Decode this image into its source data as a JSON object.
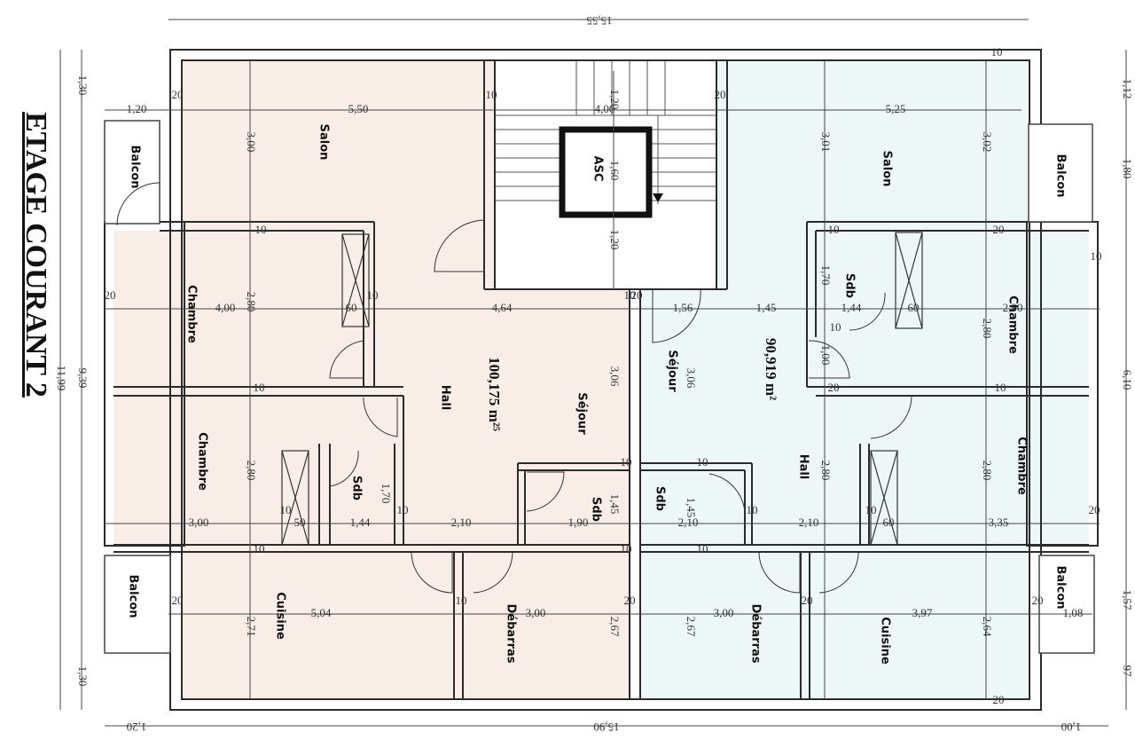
{
  "title": "ETAGE COURANT 2",
  "colors": {
    "left_apartment_fill": "#f9ede8",
    "right_apartment_fill": "#eef7f7",
    "wall": "#2b2b2b",
    "dimension_line": "#444444"
  },
  "apartments": {
    "left_area": "100,175 m²⁵",
    "right_area": "90,919 m²"
  },
  "rooms": {
    "salon_left": "Salon",
    "salon_right": "Salon",
    "chambre": "Chambre",
    "balcon": "Balcon",
    "hall": "Hall",
    "sejour": "Séjour",
    "sdb": "Sdb",
    "cuisine": "Cuisine",
    "debarras": "Débarras",
    "asc": "ASC"
  },
  "dimensions": {
    "top_total": "15,55",
    "bottom_total": "15,90",
    "bottom_left": "1,20",
    "bottom_right": "1,00",
    "left_total": "11,99",
    "left_top": "1,30",
    "left_mid": "9,39",
    "left_bottom": "1,30",
    "right_top": "1,12",
    "right_a": "1,80",
    "right_mid": "6,10",
    "right_b": "1,57",
    "right_bottom": "97",
    "row_top": [
      "1,20",
      "5,50",
      "4,00",
      "5,25"
    ],
    "row_mid": [
      "4,00",
      "60",
      "4,64",
      "1,56",
      "1,45",
      "1,44",
      "60",
      "2,90"
    ],
    "row_low": [
      "3,00",
      "50",
      "1,44",
      "2,10",
      "1,90",
      "2,10",
      "2,10",
      "60",
      "3,35"
    ],
    "row_bottom": [
      "5,04",
      "3,00",
      "3,00",
      "3,97",
      "1,08"
    ],
    "vert_left": [
      "3,00",
      "2,80",
      "2,80",
      "2,71"
    ],
    "vert_center": [
      "1,20",
      "1,60",
      "1,20",
      "3,06",
      "3,06",
      "1,45",
      "1,45",
      "1,70",
      "1,70",
      "1,00",
      "2,67",
      "2,67"
    ],
    "vert_right": [
      "3,01",
      "3,02",
      "2,80",
      "2,80",
      "2,80",
      "2,64"
    ],
    "small": [
      "20",
      "10",
      "10",
      "10",
      "20",
      "10",
      "10",
      "10",
      "10",
      "20",
      "20",
      "10",
      "10",
      "10",
      "10",
      "20",
      "20",
      "10",
      "10",
      "10",
      "20",
      "20",
      "10",
      "10",
      "20",
      "20",
      "20",
      "20",
      "10",
      "10",
      "10",
      "10"
    ]
  }
}
